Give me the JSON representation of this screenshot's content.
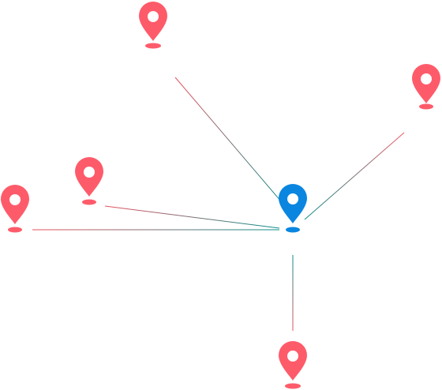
{
  "colors": {
    "pin_primary": "#fe5b6a",
    "pin_hub": "#0a86e0",
    "link_gradient_start": "#e9515e",
    "link_gradient_end": "#0a8f8a",
    "pin_dot": "#ffffff"
  },
  "icons": {
    "location_pin": "map-marker-icon",
    "hub_pin": "map-marker-icon"
  },
  "diagram": {
    "type": "hub-and-spoke",
    "hub": {
      "id": "hub"
    },
    "nodes": [
      {
        "id": "top"
      },
      {
        "id": "right"
      },
      {
        "id": "left-upper"
      },
      {
        "id": "left"
      },
      {
        "id": "bottom"
      }
    ],
    "links": [
      {
        "from": "top",
        "to": "hub"
      },
      {
        "from": "right",
        "to": "hub"
      },
      {
        "from": "left-upper",
        "to": "hub"
      },
      {
        "from": "left",
        "to": "hub"
      },
      {
        "from": "bottom",
        "to": "hub"
      }
    ]
  }
}
